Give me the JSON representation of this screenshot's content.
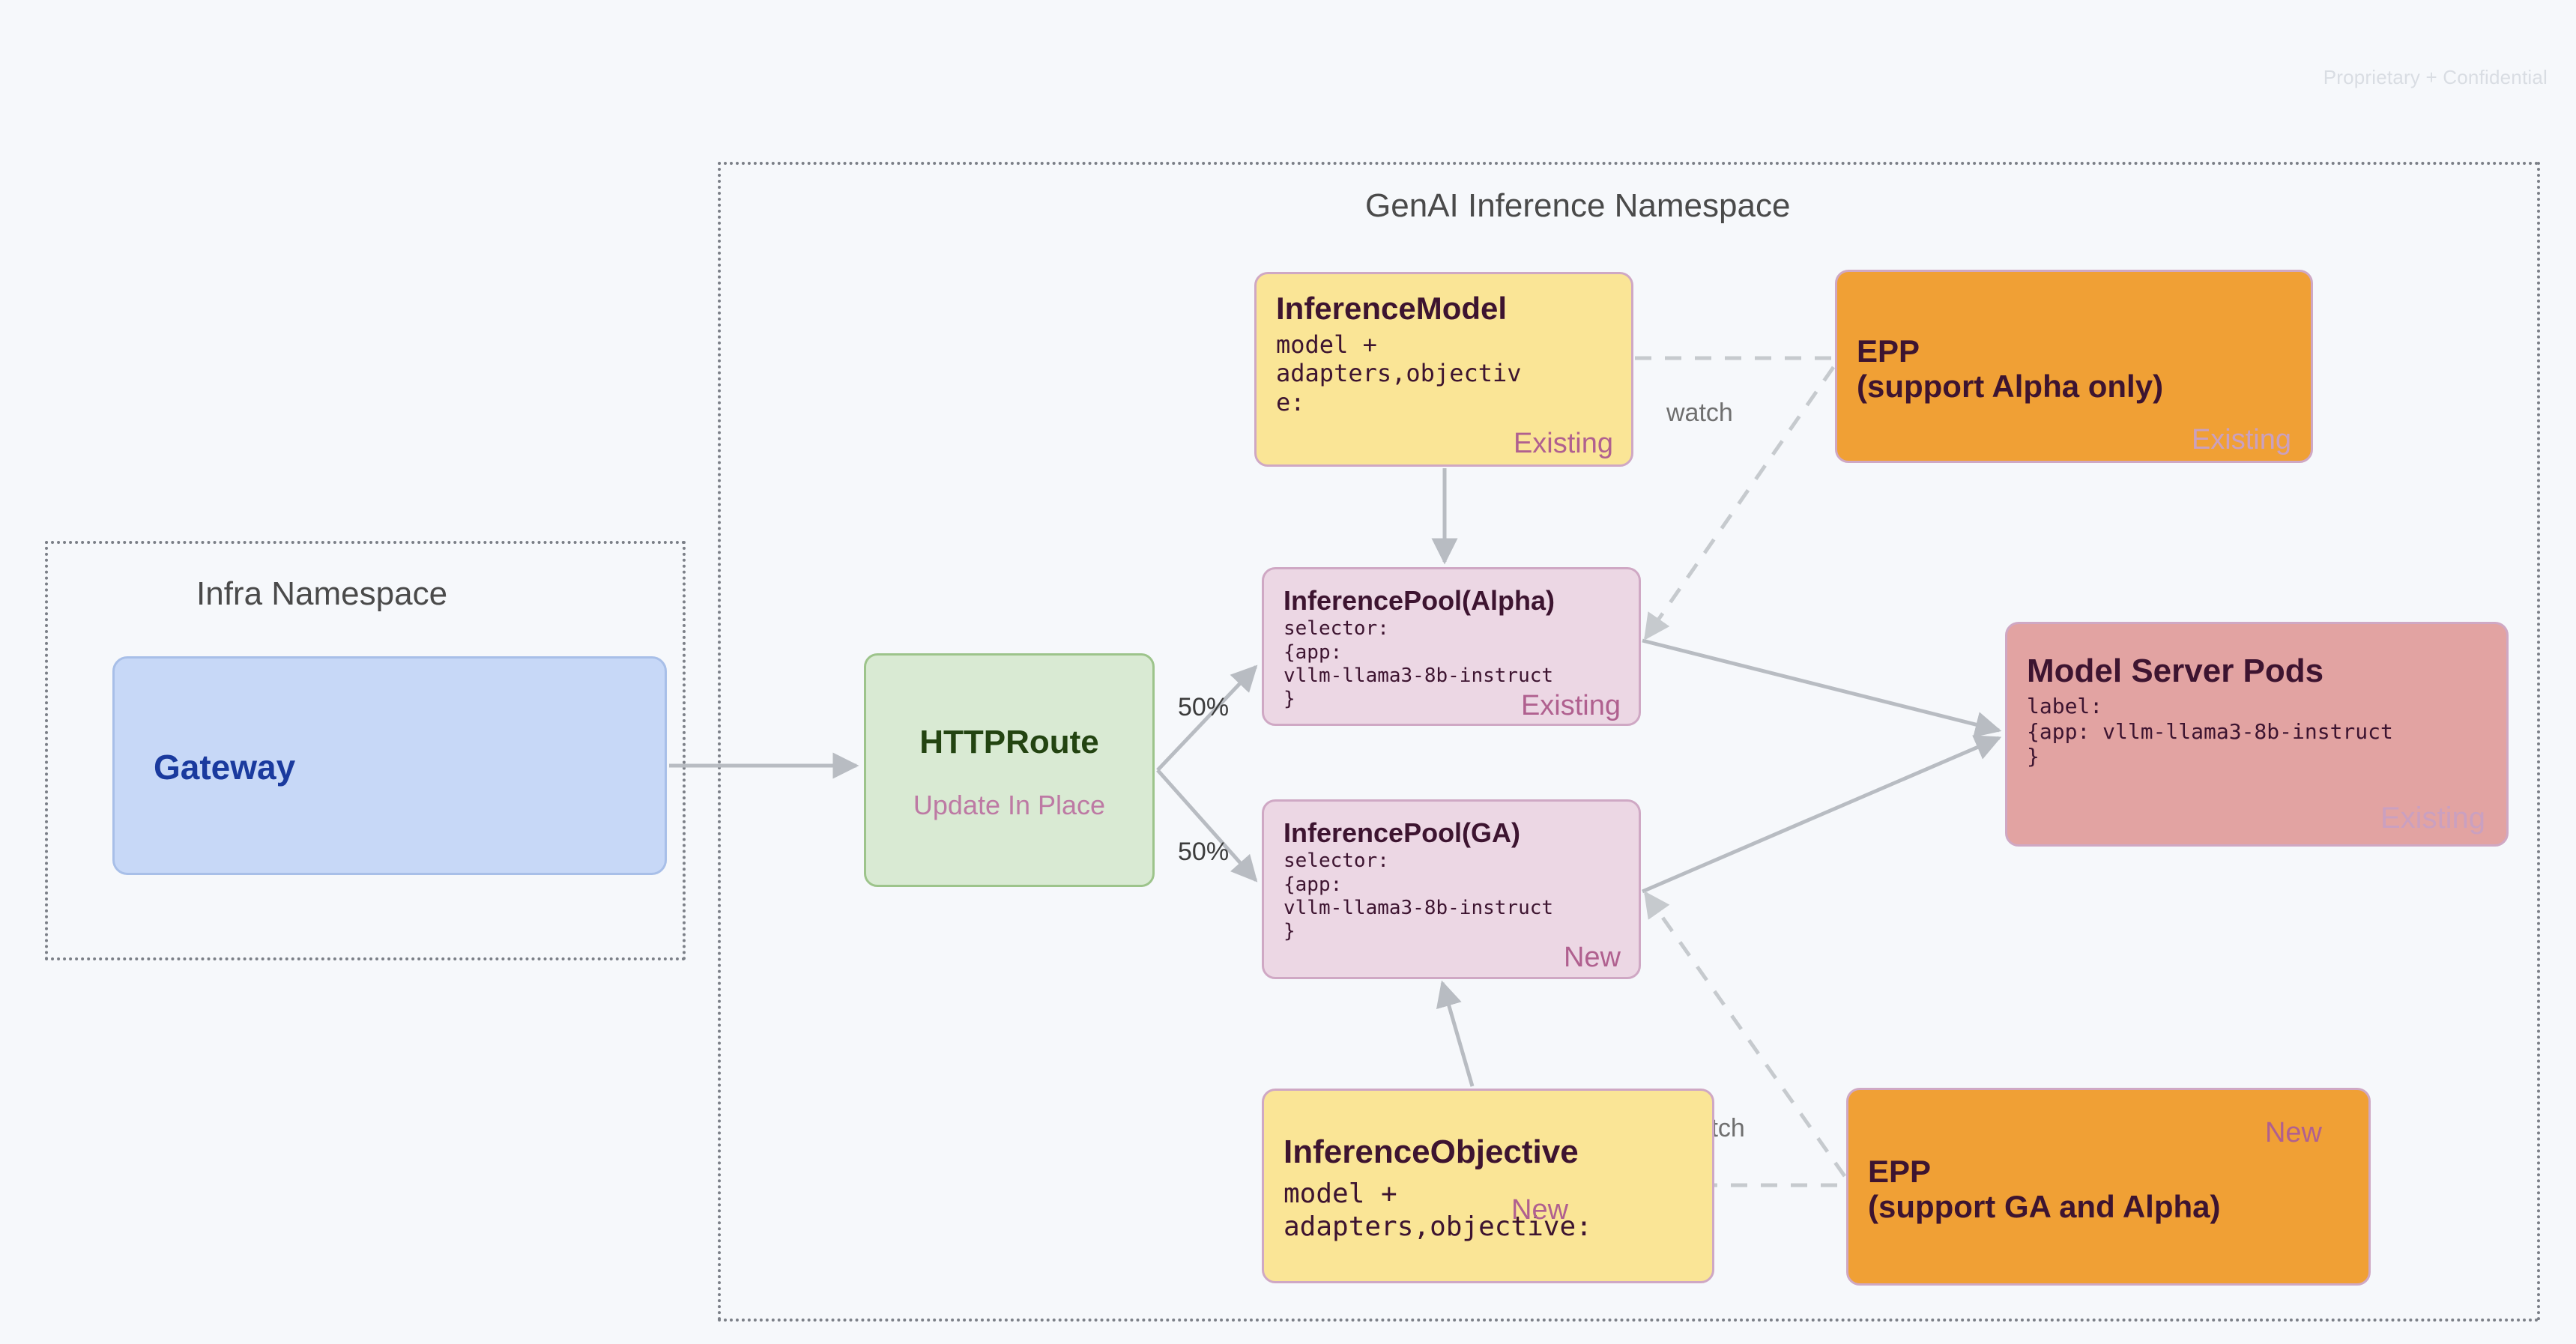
{
  "page": {
    "confidential_notice": "Proprietary + Confidential",
    "background_color": "#f6f8fb"
  },
  "namespaces": [
    {
      "id": "infra",
      "title": "Infra Namespace"
    },
    {
      "id": "genai",
      "title": "GenAI Inference Namespace"
    }
  ],
  "nodes": {
    "gateway": {
      "title": "Gateway",
      "color": "#c7d8f7",
      "text_color": "#1a3a9e"
    },
    "httproute": {
      "title": "HTTPRoute",
      "subtitle": "Update In Place",
      "color": "#d9ead3"
    },
    "inference_model": {
      "title": "InferenceModel",
      "body": "model +\nadapters,objectiv\ne:",
      "badge": "Existing",
      "color": "#fae596"
    },
    "epp_alpha": {
      "title": "EPP\n(support Alpha only)",
      "badge": "Existing",
      "color": "#f0a035"
    },
    "inference_pool_alpha": {
      "title": "InferencePool(Alpha)",
      "body": "selector:\n{app:\nvllm-llama3-8b-instruct\n}",
      "badge": "Existing",
      "color": "#ecd7e4"
    },
    "inference_pool_ga": {
      "title": "InferencePool(GA)",
      "body": "selector:\n{app:\nvllm-llama3-8b-instruct\n}",
      "badge": "New",
      "color": "#ecd7e4"
    },
    "model_server_pods": {
      "title": "Model Server Pods",
      "body": "label:\n{app: vllm-llama3-8b-instruct\n}",
      "badge": "Existing",
      "color": "#e2a3a2"
    },
    "inference_objective": {
      "title": "InferenceObjective",
      "body": "model +\nadapters,objective:",
      "badge": "New",
      "color": "#fae596"
    },
    "epp_ga": {
      "title": "EPP\n(support GA and Alpha)",
      "badge": "New",
      "color": "#f0a035"
    }
  },
  "edge_labels": {
    "split_top": "50%",
    "split_bottom": "50%",
    "watch_top": "watch",
    "watch_bottom": "watch"
  },
  "colors": {
    "accent_badge": "#b0608f",
    "edge": "#b8bcc2",
    "namespace_border": "#7b7f87"
  }
}
